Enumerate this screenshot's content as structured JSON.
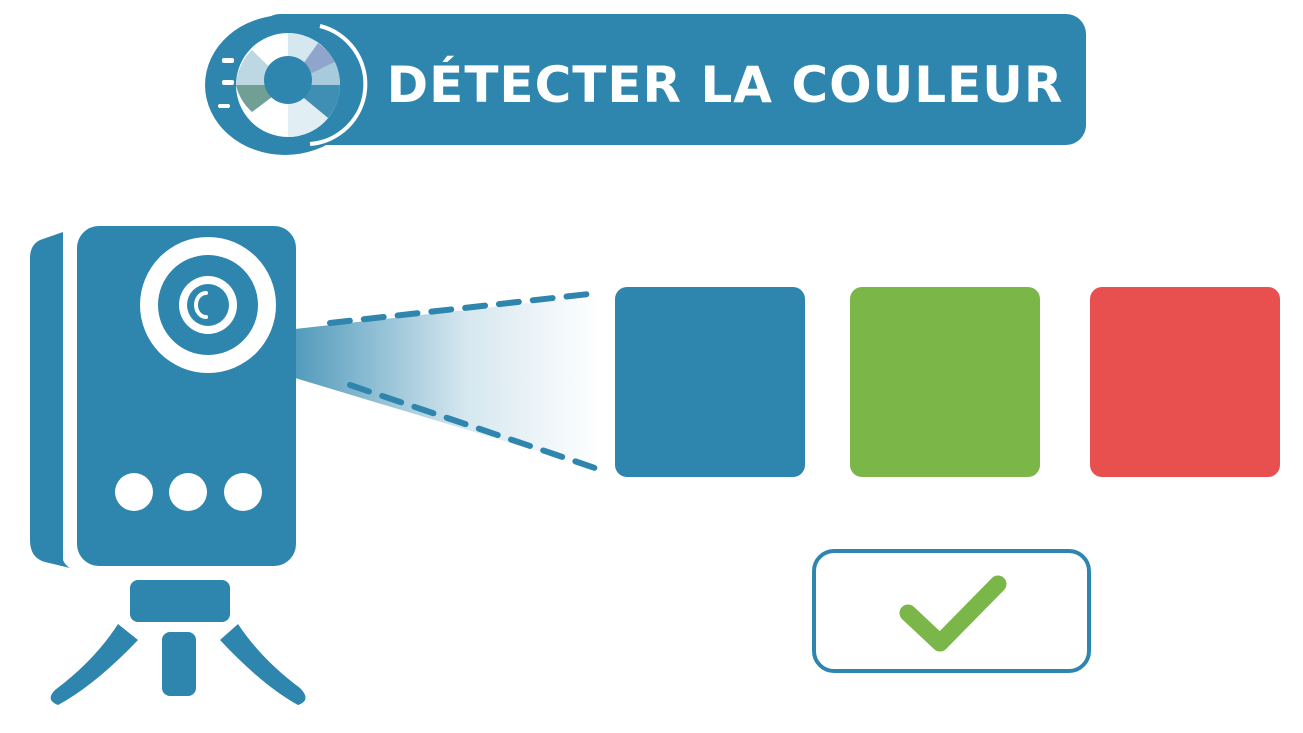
{
  "header": {
    "title": "DÉTECTER LA COULEUR",
    "icon": "color-wheel-icon"
  },
  "colors": {
    "brand": "#2e86ae",
    "swatch_blue": "#2e86ae",
    "swatch_green": "#7ab648",
    "swatch_red": "#e85050",
    "check": "#7ab648"
  },
  "swatches": [
    "blue",
    "green",
    "red"
  ],
  "result": {
    "icon": "checkmark-icon"
  }
}
